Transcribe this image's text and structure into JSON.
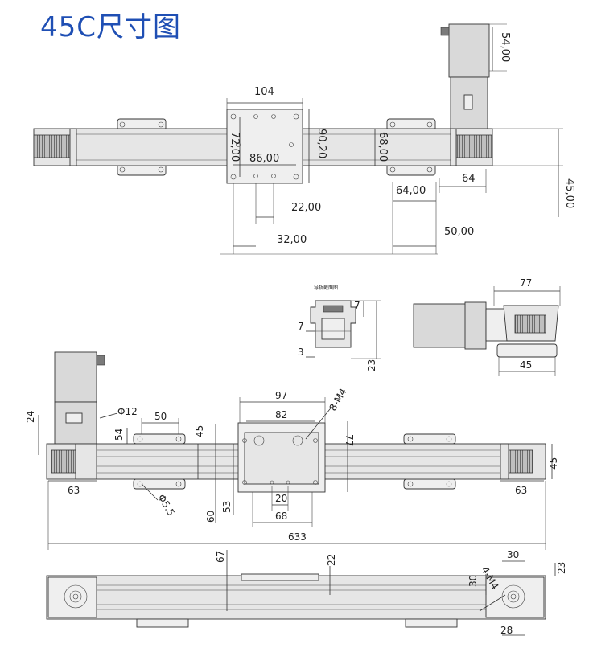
{
  "title": "45C尺寸图",
  "top_view": {
    "dims": [
      "104",
      "90,20",
      "72,00",
      "86,00",
      "68,00",
      "54,00",
      "64",
      "64,00",
      "45,00",
      "22,00",
      "32,00",
      "50,00"
    ]
  },
  "rail_section": {
    "caption": "导轨截面图",
    "dims": [
      "7",
      "7",
      "3",
      "23"
    ]
  },
  "end_view": {
    "dims": [
      "77",
      "45"
    ]
  },
  "front_view": {
    "dims": [
      "24",
      "Φ12",
      "50",
      "97",
      "82",
      "8-M4",
      "77",
      "54",
      "45",
      "45",
      "63",
      "63",
      "Φ5.5",
      "60",
      "53",
      "20",
      "68",
      "633"
    ]
  },
  "bottom_view": {
    "dims": [
      "67",
      "22",
      "30",
      "23",
      "4-M4",
      "30",
      "28"
    ]
  }
}
